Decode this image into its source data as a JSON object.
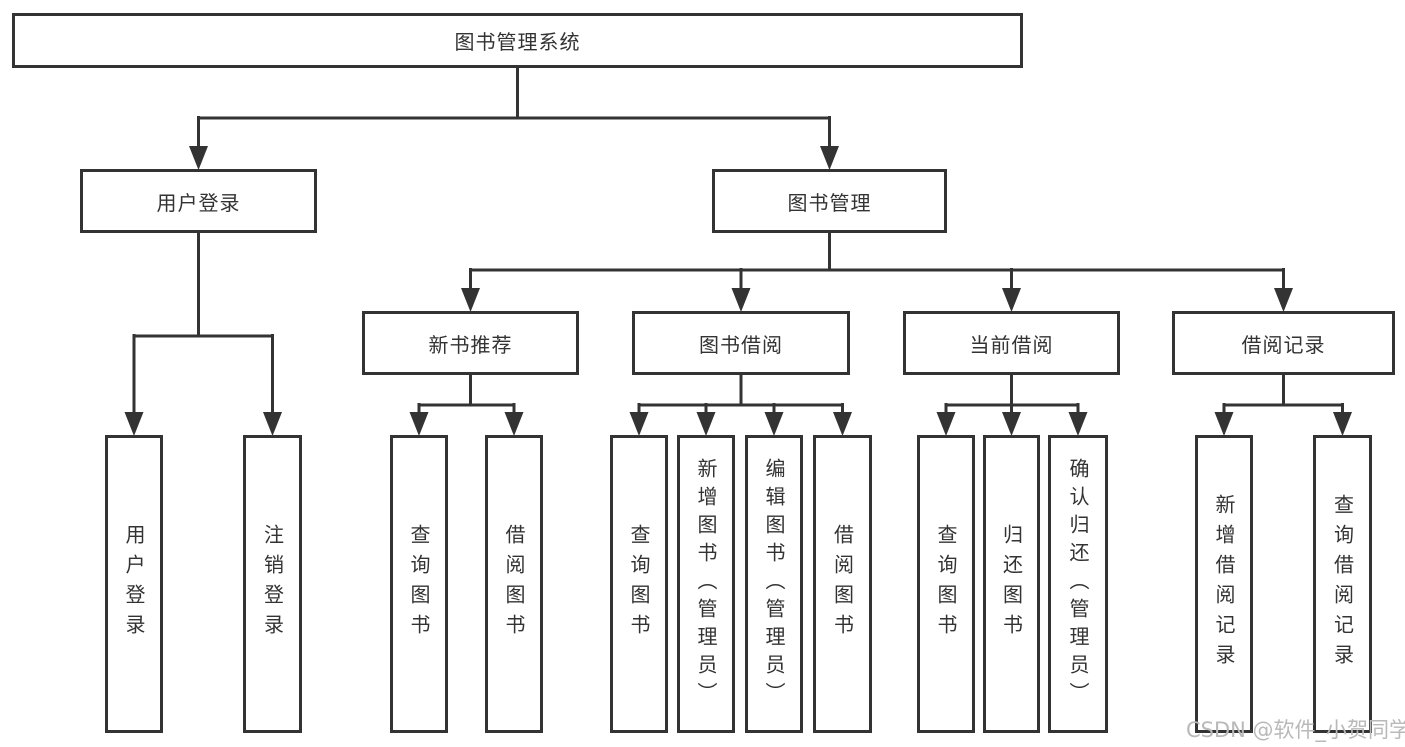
{
  "diagram": {
    "watermark": "CSDN @软件_小贺同学",
    "colors": {
      "line": "#333333",
      "text": "#333333",
      "box_background": "#ffffff",
      "watermark": "#b9b9b9"
    },
    "tree": {
      "label": "图书管理系统",
      "children": [
        {
          "label": "用户登录",
          "children": [
            {
              "label": "用户登录"
            },
            {
              "label": "注销登录"
            }
          ]
        },
        {
          "label": "图书管理",
          "children": [
            {
              "label": "新书推荐",
              "children": [
                {
                  "label": "查询图书"
                },
                {
                  "label": "借阅图书"
                }
              ]
            },
            {
              "label": "图书借阅",
              "children": [
                {
                  "label": "查询图书"
                },
                {
                  "label": "新增图书（管理员）"
                },
                {
                  "label": "编辑图书（管理员）"
                },
                {
                  "label": "借阅图书"
                }
              ]
            },
            {
              "label": "当前借阅",
              "children": [
                {
                  "label": "查询图书"
                },
                {
                  "label": "归还图书"
                },
                {
                  "label": "确认归还（管理员）"
                }
              ]
            },
            {
              "label": "借阅记录",
              "children": [
                {
                  "label": "新增借阅记录"
                },
                {
                  "label": "查询借阅记录"
                }
              ]
            }
          ]
        }
      ]
    }
  }
}
